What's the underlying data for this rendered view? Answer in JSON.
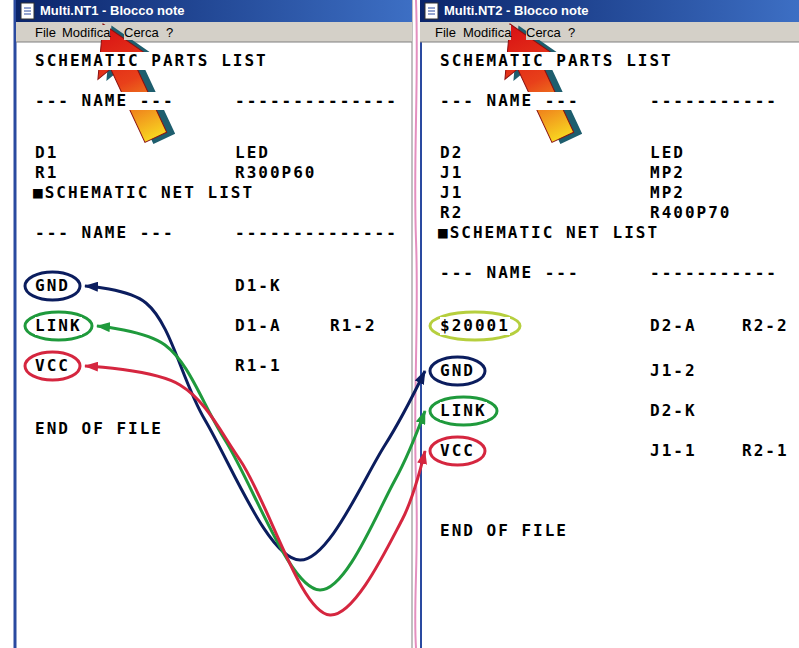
{
  "diagram": {
    "nodes": [
      {
        "text": [
          "Multi.NT1 - Blocco note"
        ]
      },
      {
        "text": [
          "GND"
        ],
        "in": 0
      },
      {
        "text": [
          "LINK"
        ],
        "in": 0
      },
      {
        "text": [
          "VCC"
        ],
        "in": 0
      },
      {
        "text": [
          "Multi.NT2 - Blocco note"
        ]
      },
      {
        "text": [
          "$20001"
        ],
        "in": 4
      },
      {
        "text": [
          "GND"
        ],
        "in": 4
      },
      {
        "text": [
          "LINK"
        ],
        "in": 4
      },
      {
        "text": [
          "VCC"
        ],
        "in": 4
      }
    ],
    "edges": [
      {
        "from": 1,
        "to": 6,
        "arrow": "both"
      },
      {
        "from": 2,
        "to": 7,
        "arrow": "both"
      },
      {
        "from": 3,
        "to": 8,
        "arrow": "both"
      }
    ],
    "labels": [
      "File",
      "Modifica",
      "Cerca",
      "?",
      "SCHEMATIC PARTS LIST",
      "--- NAME ---",
      "--------------",
      "D1",
      "LED",
      "R1",
      "R300P60",
      "■SCHEMATIC NET LIST",
      "--- NAME ---",
      "--------------",
      "D1-K",
      "D1-A",
      "R1-2",
      "R1-1",
      "END OF FILE",
      "File",
      "Modifica",
      "Cerca",
      "?",
      "SCHEMATIC PARTS LIST",
      "--- NAME ---",
      "-----------",
      "D2",
      "LED",
      "J1",
      "MP2",
      "J1",
      "MP2",
      "R2",
      "R400P70",
      "■SCHEMATIC NET LIST",
      "--- NAME ---",
      "-----------",
      "D2-A",
      "R2-2",
      "J1-2",
      "D2-K",
      "J1-1",
      "R2-1",
      "END OF FILE"
    ]
  }
}
